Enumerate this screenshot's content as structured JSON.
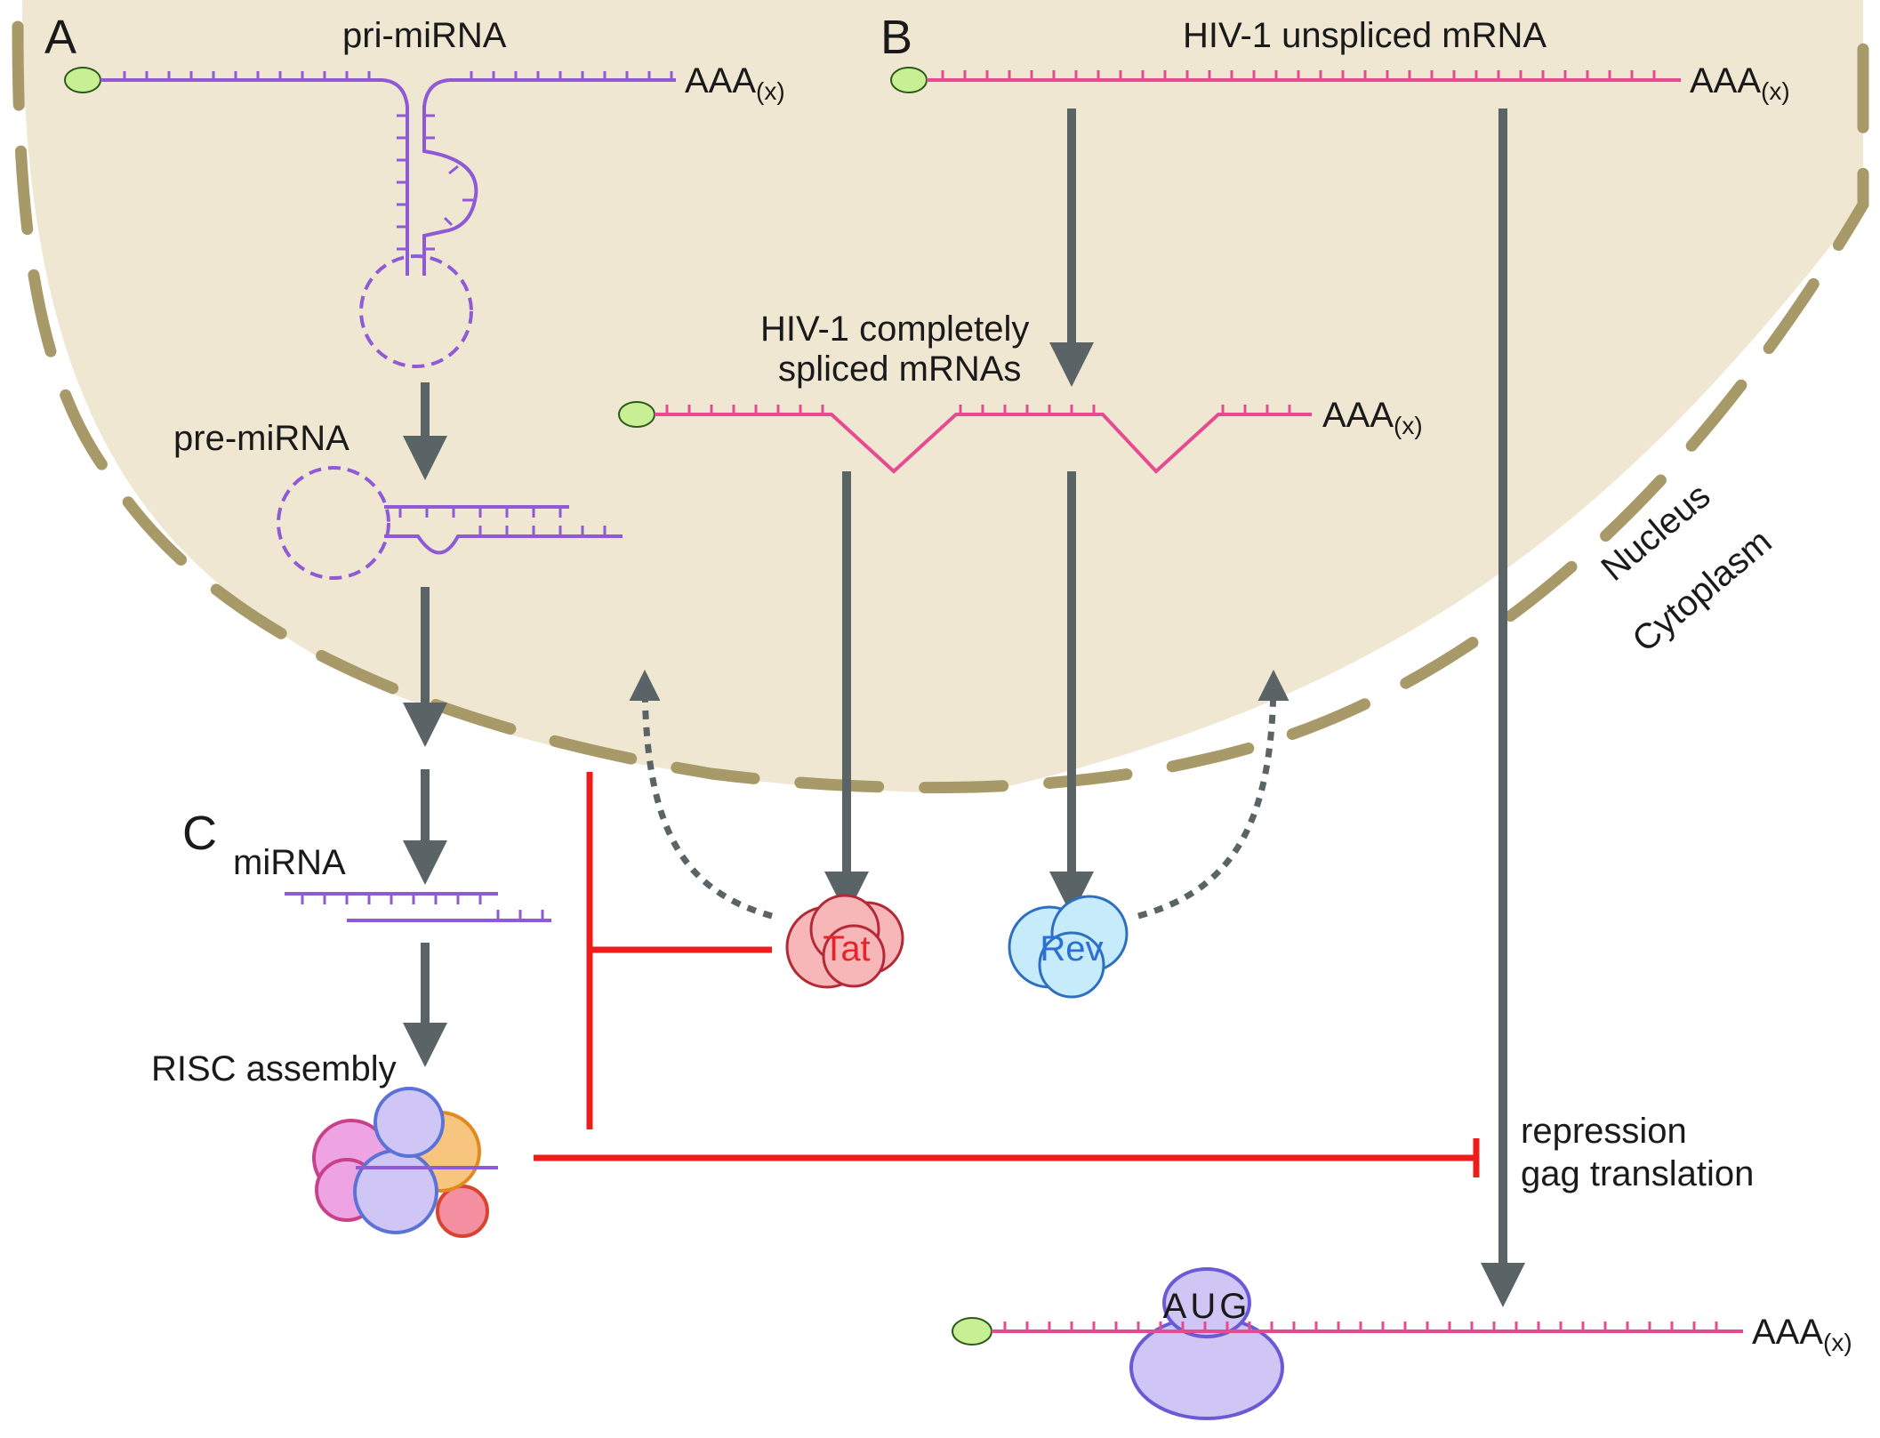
{
  "panels": {
    "a": "A",
    "b": "B",
    "c": "C"
  },
  "labels": {
    "pri_mirna": "pri-miRNA",
    "pre_mirna": "pre-miRNA",
    "mirna": "miRNA",
    "risc": "RISC assembly",
    "hiv_unspliced": "HIV-1 unspliced mRNA",
    "hiv_spliced_line1": "HIV-1  completely",
    "hiv_spliced_line2": "spliced mRNAs",
    "nucleus": "Nucleus",
    "cytoplasm": "Cytoplasm",
    "repression_line1": "repression",
    "repression_line2": "gag translation",
    "aug": "AUG",
    "poly_a": "AAA",
    "poly_a_sub": "(x)"
  },
  "proteins": {
    "tat": "Tat",
    "rev": "Rev"
  },
  "colors": {
    "nucleus_fill": "#f0e7d3",
    "membrane": "#a89a68",
    "mirna": "#8f5ad6",
    "hiv_rna": "#e64b92",
    "arrow": "#5a6466",
    "inhibit": "#ef1c1c",
    "cap": "#c9ef95",
    "tat_fill": "#f7b7b8",
    "tat_text": "#e8242a",
    "rev_fill": "#c6ecfb",
    "rev_text": "#2a6fd8",
    "ribosome": "#cfc6f5"
  },
  "icons": [
    "cap-icon",
    "tat-protein-icon",
    "rev-protein-icon",
    "risc-complex-icon",
    "ribosome-icon"
  ]
}
